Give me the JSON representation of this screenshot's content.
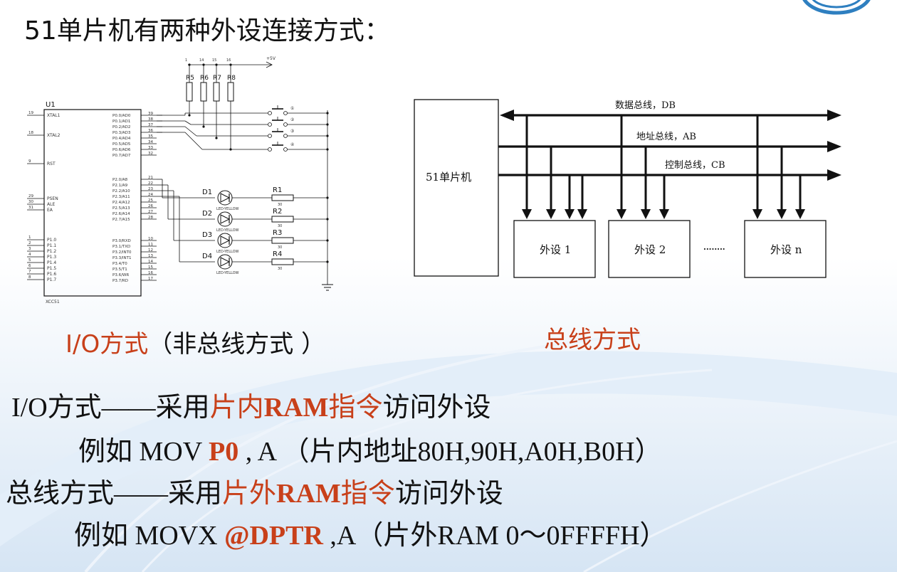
{
  "title": "51单片机有两种外设连接方式：",
  "schematic": {
    "chip_name": "U1",
    "chip_part": "XCC51",
    "left_pins": [
      {
        "num": "19",
        "label": "XTAL1"
      },
      {
        "num": "18",
        "label": "XTAL2"
      },
      {
        "num": "9",
        "label": "RST"
      },
      {
        "num": "29",
        "label": "PSEN"
      },
      {
        "num": "30",
        "label": "ALE"
      },
      {
        "num": "31",
        "label": "EA"
      },
      {
        "num": "1",
        "label": "P1.0"
      },
      {
        "num": "2",
        "label": "P1.1"
      },
      {
        "num": "3",
        "label": "P1.2"
      },
      {
        "num": "4",
        "label": "P1.3"
      },
      {
        "num": "5",
        "label": "P1.4"
      },
      {
        "num": "6",
        "label": "P1.5"
      },
      {
        "num": "7",
        "label": "P1.6"
      },
      {
        "num": "8",
        "label": "P1.7"
      }
    ],
    "right_pins_p0": [
      {
        "num": "39",
        "label": "P0.0/AD0"
      },
      {
        "num": "38",
        "label": "P0.1/AD1"
      },
      {
        "num": "37",
        "label": "P0.2/AD2"
      },
      {
        "num": "36",
        "label": "P0.3/AD3"
      },
      {
        "num": "35",
        "label": "P0.4/AD4"
      },
      {
        "num": "34",
        "label": "P0.5/AD5"
      },
      {
        "num": "33",
        "label": "P0.6/AD6"
      },
      {
        "num": "32",
        "label": "P0.7/AD7"
      }
    ],
    "right_pins_p2": [
      {
        "num": "21",
        "label": "P2.0/A8"
      },
      {
        "num": "22",
        "label": "P2.1/A9"
      },
      {
        "num": "23",
        "label": "P2.2/A10"
      },
      {
        "num": "24",
        "label": "P2.3/A11"
      },
      {
        "num": "25",
        "label": "P2.4/A12"
      },
      {
        "num": "26",
        "label": "P2.5/A13"
      },
      {
        "num": "27",
        "label": "P2.6/A14"
      },
      {
        "num": "28",
        "label": "P2.7/A15"
      }
    ],
    "right_pins_p3": [
      {
        "num": "10",
        "label": "P3.0/RXD"
      },
      {
        "num": "11",
        "label": "P3.1/TXD"
      },
      {
        "num": "12",
        "label": "P3.2/INT0"
      },
      {
        "num": "13",
        "label": "P3.3/INT1"
      },
      {
        "num": "14",
        "label": "P3.4/T0"
      },
      {
        "num": "15",
        "label": "P3.5/T1"
      },
      {
        "num": "16",
        "label": "P3.6/WR"
      },
      {
        "num": "17",
        "label": "P3.7/RD"
      }
    ],
    "pullups": [
      "R5",
      "R6",
      "R7",
      "R8"
    ],
    "pullup_top_labels": [
      "1",
      "14",
      "15",
      "16"
    ],
    "vcc": "+5V",
    "switch_labels": [
      "①",
      "②",
      "③",
      "④"
    ],
    "leds": [
      "D1",
      "D2",
      "D3",
      "D4"
    ],
    "led_type": "LED-YELLOW",
    "resistors": [
      "R1",
      "R2",
      "R3",
      "R4"
    ],
    "resistor_value": "30"
  },
  "bus_diagram": {
    "mcu_label": "51单片机",
    "buses": [
      "数据总线，DB",
      "地址总线，AB",
      "控制总线，CB"
    ],
    "devices": [
      "外设 1",
      "外设 2",
      "外设 n"
    ],
    "ellipsis": "········"
  },
  "captions": {
    "io_prefix": "I/O方式",
    "io_suffix": "（非总线方式 ）",
    "bus": "总线方式"
  },
  "lines": {
    "l1": {
      "a": "I/O方式——采用",
      "b": "片内",
      "c": "RAM",
      "d": "指令",
      "e": "访问外设"
    },
    "l2": {
      "a": "例如 MOV ",
      "b": "P0",
      "c": " , A （片内地址80H,90H,A0H,B0H）"
    },
    "l3": {
      "a": "总线方式——采用",
      "b": "片外",
      "c": "RAM",
      "d": "指令",
      "e": "访问外设"
    },
    "l4": {
      "a": "例如  MOVX ",
      "b": "@DPTR",
      "c": " ,A（片外RAM 0～0FFFFH）"
    }
  },
  "colors": {
    "accent": "#c8401a",
    "bg_tint": "#d9e7f5"
  }
}
